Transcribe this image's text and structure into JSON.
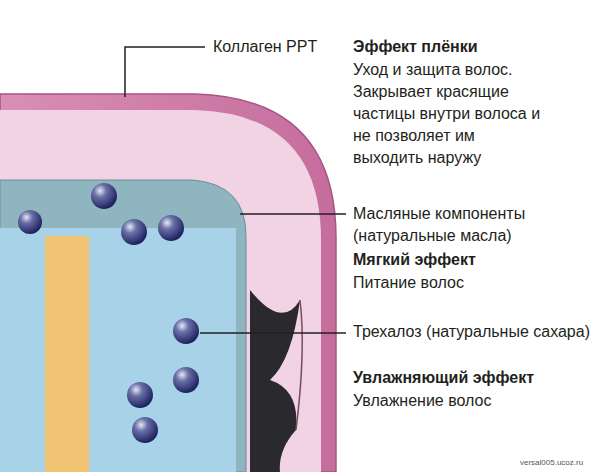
{
  "diagram": {
    "labels": [
      "Коллаген PPT",
      "Эффект плёнки",
      "Уход и защита волос. Закрывает красящие частицы внутри волоса и не позволяет им выходить наружу",
      "Масляные компоненты (натуральные масла)",
      "Мягкий эффект",
      "Питание волос",
      "Трехалоз (натуральные сахара)",
      "Увлажняющий эффект",
      "Увлажнение волос",
      "versal005.ucoz.ru"
    ]
  }
}
